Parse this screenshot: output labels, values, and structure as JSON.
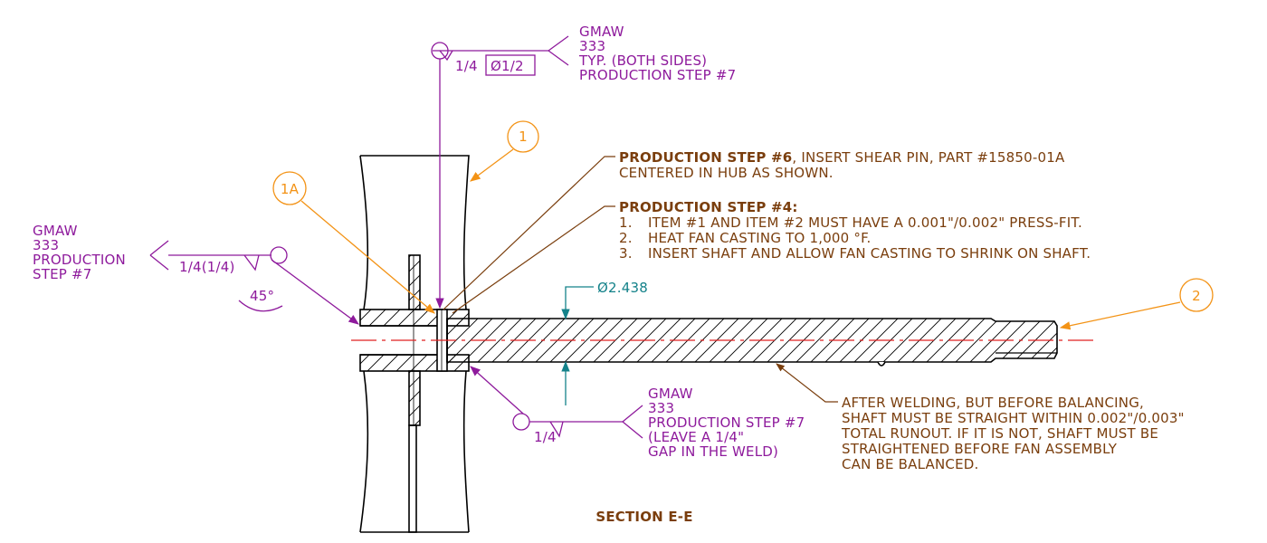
{
  "balloons": {
    "item1": "1",
    "item1a": "1A",
    "item2": "2"
  },
  "weld_top": {
    "size": "1/4",
    "diameter": "Ø1/2",
    "process": "GMAW",
    "spec": "333",
    "typ": "TYP. (BOTH SIDES)",
    "step": "PRODUCTION STEP #7"
  },
  "weld_left": {
    "process": "GMAW",
    "spec": "333",
    "step_line1": "PRODUCTION",
    "step_line2": "STEP #7",
    "size": "1/4(1/4)",
    "angle": "45°"
  },
  "weld_bottom": {
    "size": "1/4",
    "process": "GMAW",
    "spec": "333",
    "step": "PRODUCTION STEP #7",
    "note_line1": "(LEAVE A 1/4\"",
    "note_line2": "GAP IN THE WELD)"
  },
  "step6": {
    "label": "PRODUCTION STEP #6",
    "text_line1": ", INSERT SHEAR PIN, PART #15850-01A",
    "text_line2": "CENTERED IN HUB AS SHOWN."
  },
  "step4": {
    "label": "PRODUCTION STEP #4:",
    "items": [
      {
        "num": "1.",
        "text": "ITEM #1 AND ITEM #2 MUST HAVE A 0.001\"/0.002\" PRESS-FIT."
      },
      {
        "num": "2.",
        "text": "HEAT FAN CASTING TO 1,000 °F."
      },
      {
        "num": "3.",
        "text": "INSERT SHAFT AND ALLOW FAN CASTING TO SHRINK ON SHAFT."
      }
    ]
  },
  "dimension": {
    "shaft_diameter": "Ø2.438"
  },
  "note_after_welding": {
    "lines": [
      "AFTER WELDING, BUT BEFORE BALANCING,",
      "SHAFT MUST BE STRAIGHT WITHIN 0.002\"/0.003\"",
      "TOTAL RUNOUT.  IF IT IS NOT, SHAFT MUST BE",
      "STRAIGHTENED BEFORE FAN ASSEMBLY",
      "CAN BE BALANCED."
    ]
  },
  "section_label": "SECTION E-E",
  "colors": {
    "weld": "#8e1a9c",
    "note": "#7a3e0d",
    "dimension": "#14828a",
    "balloon": "#f39316",
    "centerline": "#e02020",
    "geometry": "#000000"
  }
}
